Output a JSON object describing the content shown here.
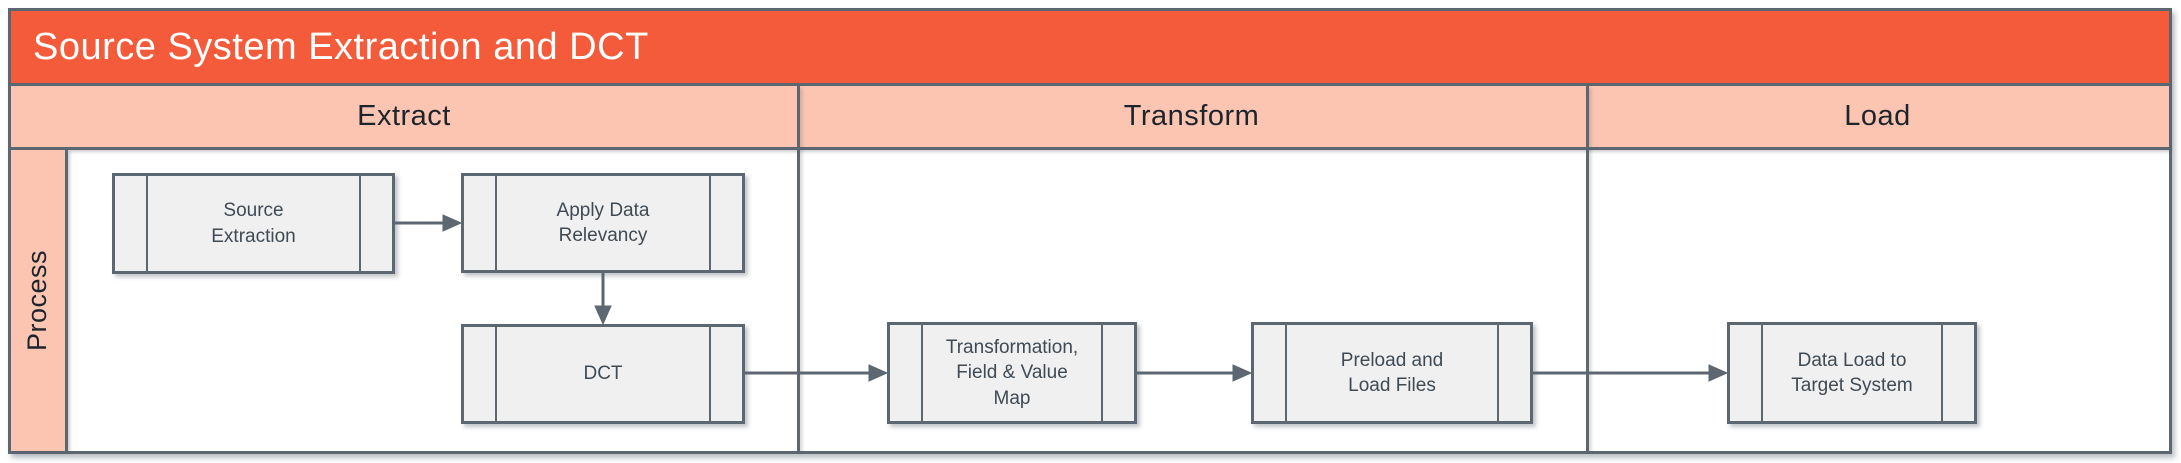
{
  "title": "Source System Extraction and DCT",
  "lane": {
    "label": "Process"
  },
  "columns": [
    {
      "id": "extract",
      "label": "Extract"
    },
    {
      "id": "transform",
      "label": "Transform"
    },
    {
      "id": "load",
      "label": "Load"
    }
  ],
  "nodes": [
    {
      "id": "source-extraction",
      "shape": "predefined-process",
      "column": "extract",
      "label": "Source\nExtraction"
    },
    {
      "id": "apply-data-relevancy",
      "shape": "predefined-process",
      "column": "extract",
      "label": "Apply Data\nRelevancy"
    },
    {
      "id": "dct",
      "shape": "predefined-process",
      "column": "extract",
      "label": "DCT"
    },
    {
      "id": "transformation-field-value-map",
      "shape": "predefined-process",
      "column": "transform",
      "label": "Transformation,\nField & Value\nMap"
    },
    {
      "id": "preload-and-load-files",
      "shape": "predefined-process",
      "column": "transform",
      "label": "Preload and\nLoad Files"
    },
    {
      "id": "data-load-to-target-system",
      "shape": "predefined-process",
      "column": "load",
      "label": "Data Load to\nTarget System"
    }
  ],
  "edges": [
    {
      "from": "source-extraction",
      "to": "apply-data-relevancy",
      "direction": "right"
    },
    {
      "from": "apply-data-relevancy",
      "to": "dct",
      "direction": "down"
    },
    {
      "from": "dct",
      "to": "transformation-field-value-map",
      "direction": "right"
    },
    {
      "from": "transformation-field-value-map",
      "to": "preload-and-load-files",
      "direction": "right"
    },
    {
      "from": "preload-and-load-files",
      "to": "data-load-to-target-system",
      "direction": "right"
    }
  ],
  "colors": {
    "title_bg": "#F45B3B",
    "title_text": "#FFFFFF",
    "band_bg": "#FCC5B1",
    "line": "#5D6771",
    "node_fill": "#F0F0F0",
    "node_text": "#3F4A55",
    "header_text": "#1D242C"
  }
}
